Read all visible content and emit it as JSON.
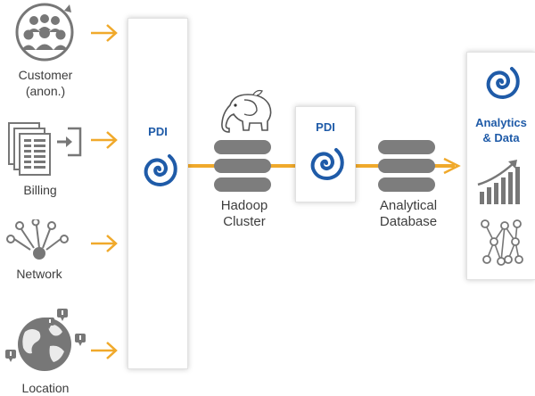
{
  "sources": [
    {
      "label_line1": "Customer",
      "label_line2": "(anon.)",
      "icon": "customer-group-icon"
    },
    {
      "label_line1": "Billing",
      "icon": "billing-documents-icon"
    },
    {
      "label_line1": "Network",
      "icon": "network-icon"
    },
    {
      "label_line1": "Location",
      "icon": "globe-location-icon"
    }
  ],
  "pdi_main": {
    "title": "PDI",
    "icon": "pdi-spiral-icon"
  },
  "hadoop": {
    "label_line1": "Hadoop",
    "label_line2": "Cluster",
    "icon": "hadoop-elephant-icon"
  },
  "pdi_second": {
    "title": "PDI",
    "icon": "pdi-spiral-icon"
  },
  "analytical_db": {
    "label_line1": "Analytical",
    "label_line2": "Database",
    "icon": "database-servers-icon"
  },
  "analytics_panel": {
    "title_line1": "Analytics",
    "title_line2": "& Data",
    "icons": [
      "pdi-spiral-icon",
      "bar-chart-growth-icon",
      "network-graph-icon"
    ]
  },
  "colors": {
    "arrow": "#f0a92b",
    "brand_blue": "#1f5ba8",
    "icon_gray": "#777777",
    "text": "#3d3d3d"
  }
}
